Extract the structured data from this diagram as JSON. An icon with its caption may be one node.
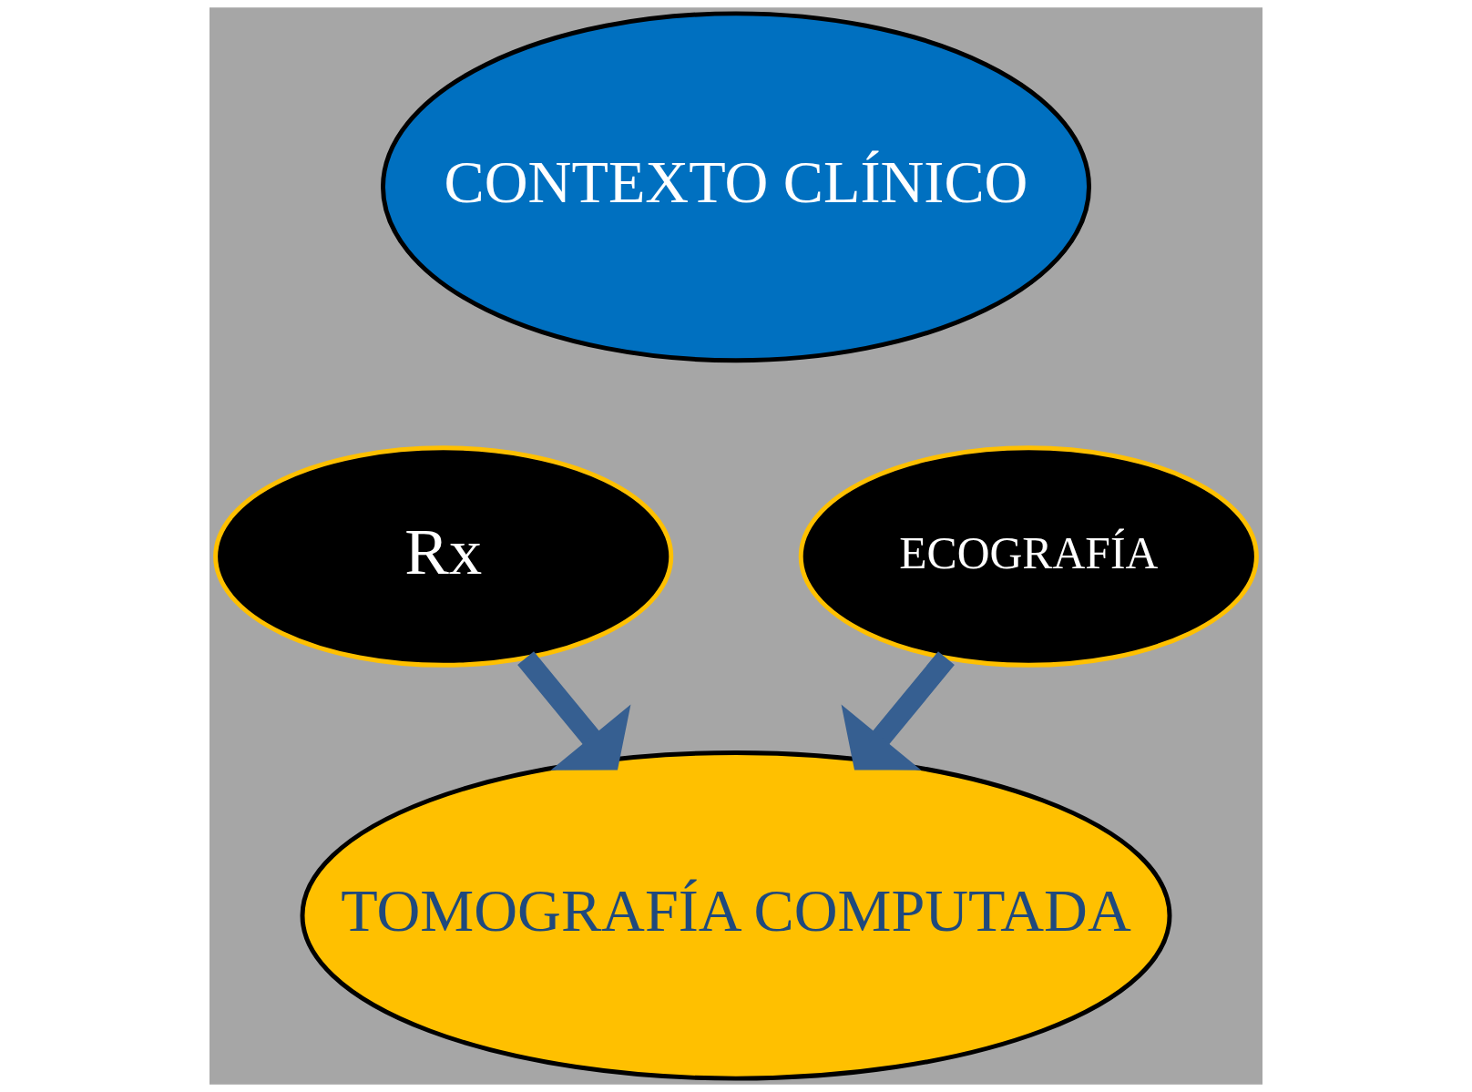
{
  "diagram": {
    "nodes": [
      {
        "text": [
          "CONTEXTO CLÍNICO"
        ]
      },
      {
        "text": [
          "Rx"
        ]
      },
      {
        "text": [
          "ECOGRAFÍA"
        ]
      },
      {
        "text": [
          "TOMOGRAFÍA COMPUTADA"
        ]
      }
    ],
    "edges": [
      {
        "from": 1,
        "to": 3,
        "arrow": "to"
      },
      {
        "from": 2,
        "to": 3,
        "arrow": "to"
      }
    ]
  }
}
